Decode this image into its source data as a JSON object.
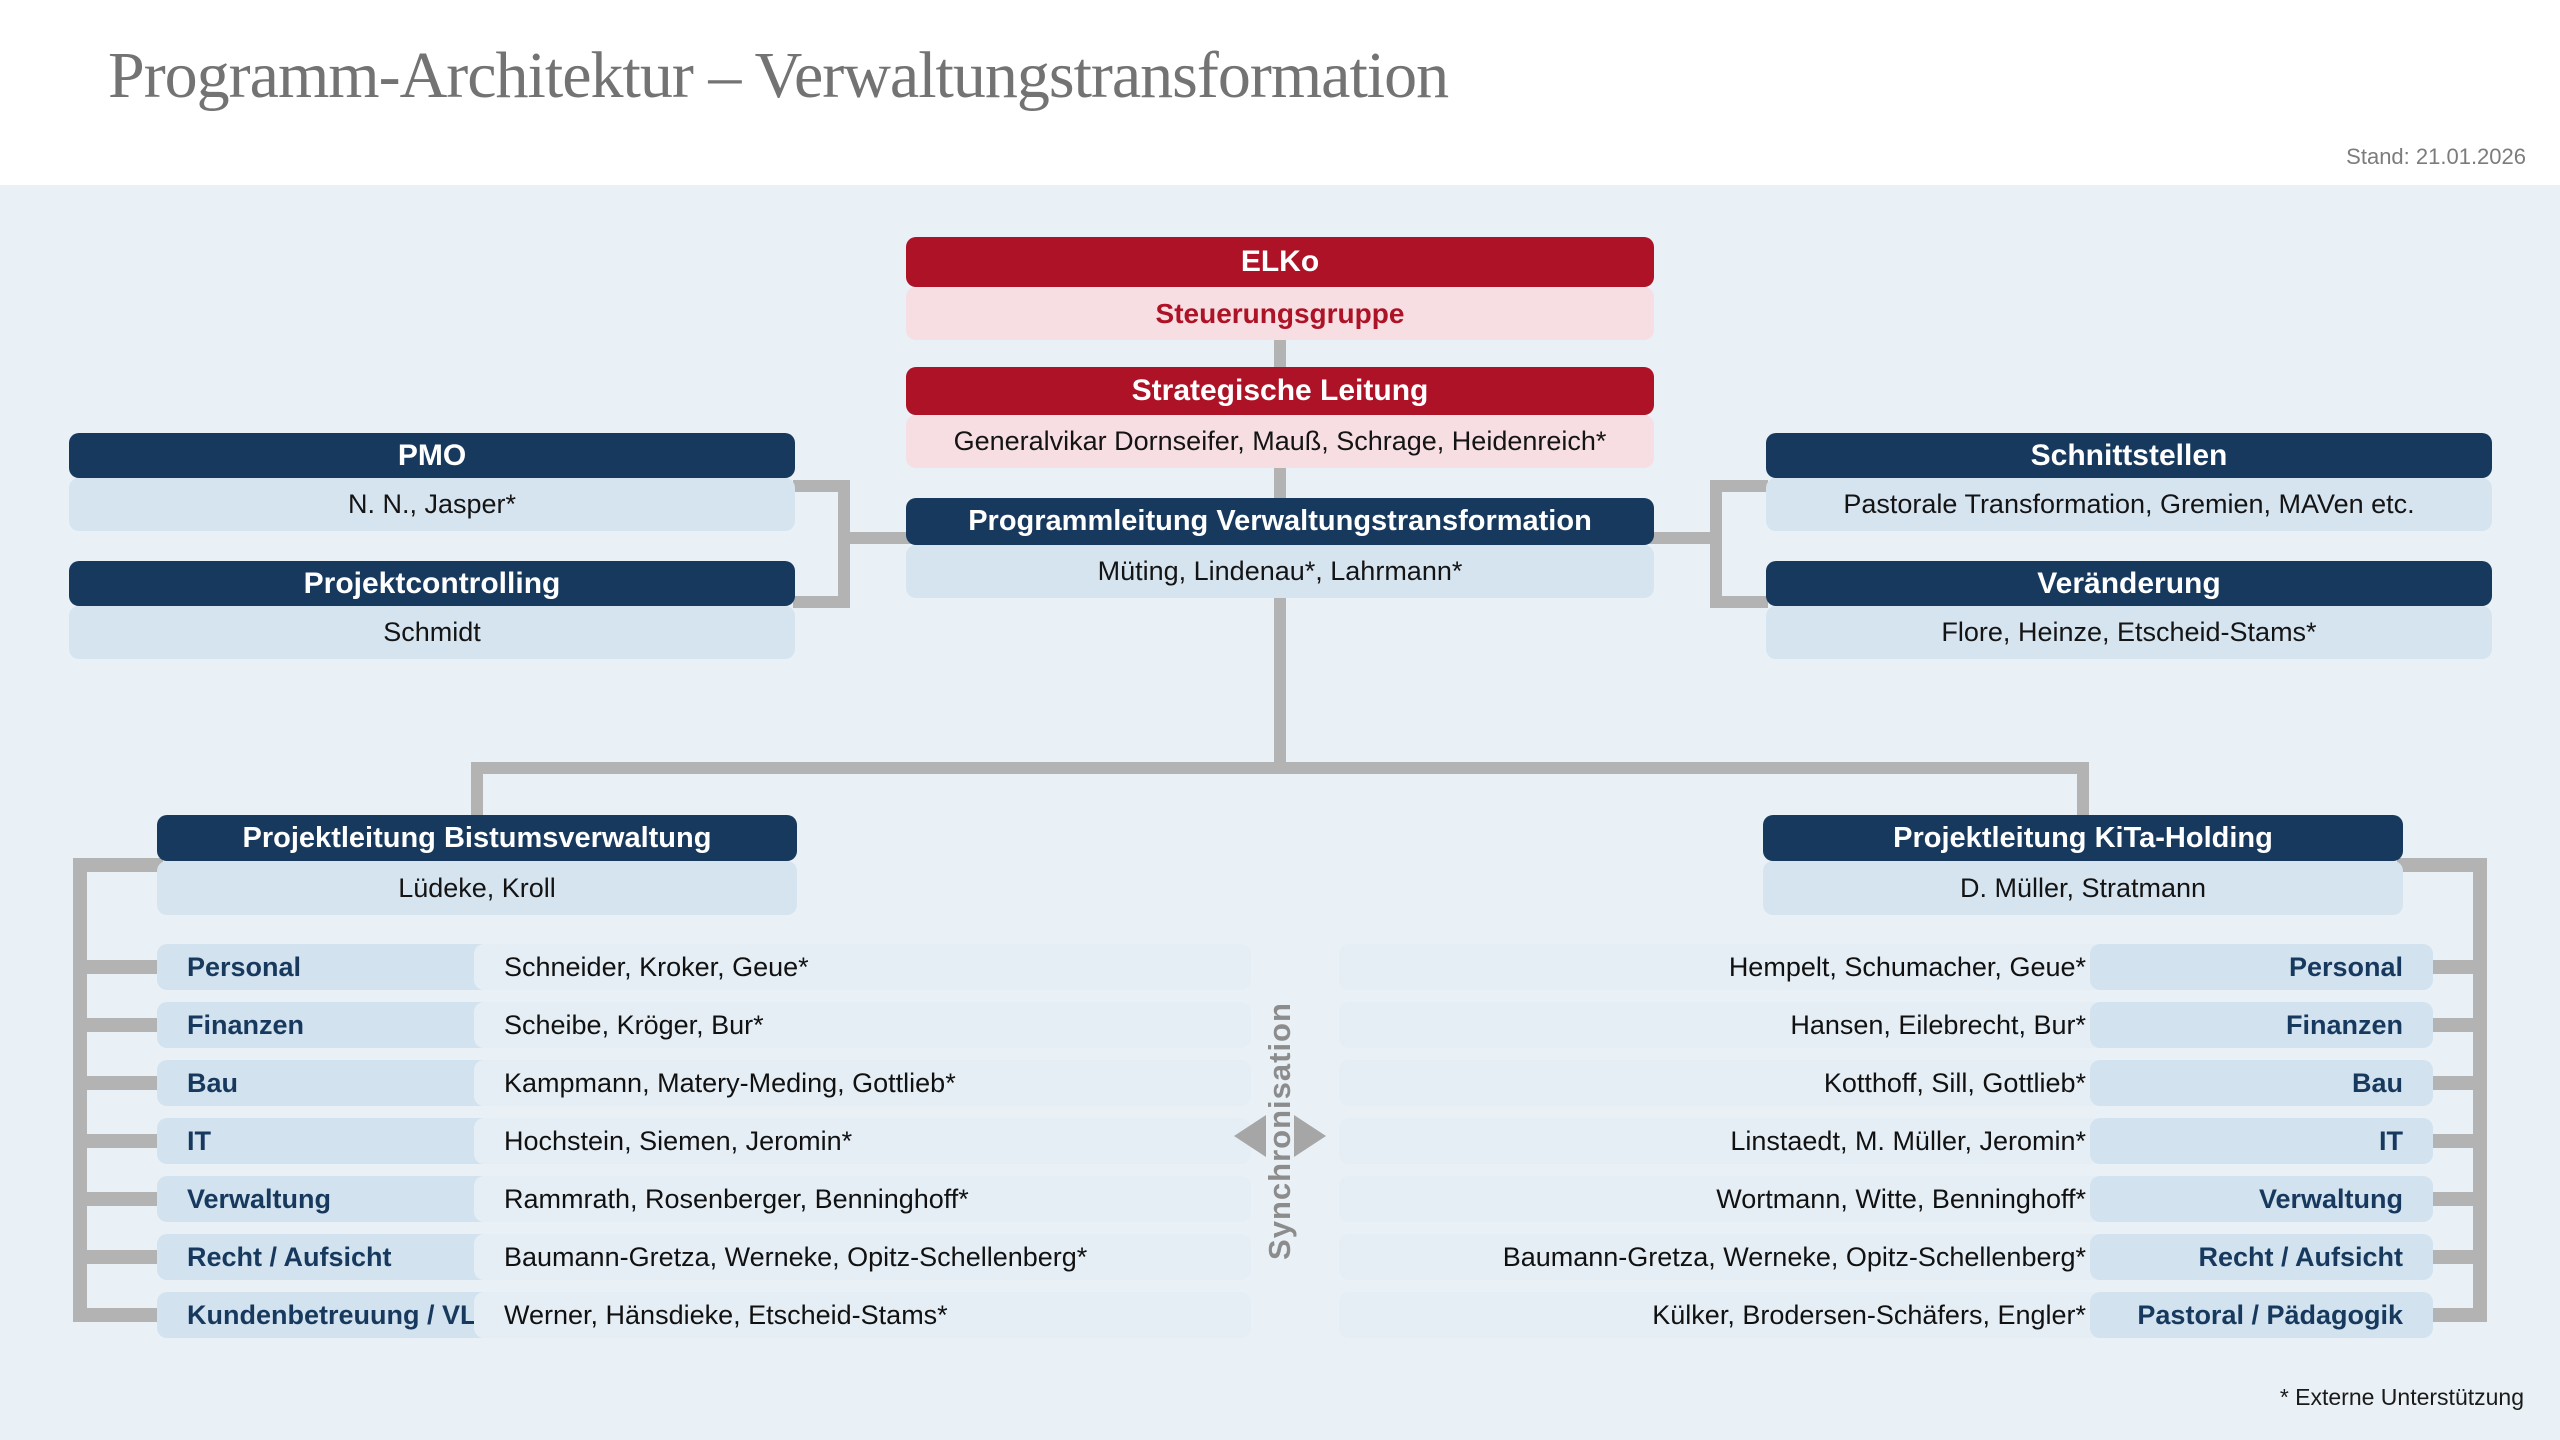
{
  "header": {
    "title": "Programm-Architektur – Verwaltungstransformation",
    "stand": "Stand: 21.01.2026"
  },
  "center": {
    "elko": {
      "title": "ELKo",
      "subtitle": "Steuerungsgruppe"
    },
    "strategic": {
      "title": "Strategische Leitung",
      "members": "Generalvikar Dornseifer, Mauß, Schrage, Heidenreich*"
    },
    "program": {
      "title": "Programmleitung Verwaltungstransformation",
      "members": "Müting, Lindenau*, Lahrmann*"
    }
  },
  "left_support": {
    "pmo": {
      "title": "PMO",
      "members": "N. N., Jasper*"
    },
    "controlling": {
      "title": "Projektcontrolling",
      "members": "Schmidt"
    }
  },
  "right_support": {
    "interfaces": {
      "title": "Schnittstellen",
      "members": "Pastorale Transformation, Gremien, MAVen etc."
    },
    "change": {
      "title": "Veränderung",
      "members": "Flore, Heinze, Etscheid-Stams*"
    }
  },
  "left_project": {
    "title": "Projektleitung Bistumsverwaltung",
    "members": "Lüdeke, Kroll",
    "rows": [
      {
        "label": "Personal",
        "members": "Schneider, Kroker, Geue*"
      },
      {
        "label": "Finanzen",
        "members": "Scheibe, Kröger, Bur*"
      },
      {
        "label": "Bau",
        "members": "Kampmann, Matery-Meding, Gottlieb*"
      },
      {
        "label": "IT",
        "members": "Hochstein, Siemen, Jeromin*"
      },
      {
        "label": "Verwaltung",
        "members": "Rammrath, Rosenberger, Benninghoff*"
      },
      {
        "label": "Recht / Aufsicht",
        "members": "Baumann-Gretza, Werneke, Opitz-Schellenberg*"
      },
      {
        "label": "Kundenbetreuung / VL",
        "members": "Werner, Hänsdieke, Etscheid-Stams*"
      }
    ]
  },
  "right_project": {
    "title": "Projektleitung KiTa-Holding",
    "members": "D. Müller, Stratmann",
    "rows": [
      {
        "label": "Personal",
        "members": "Hempelt, Schumacher, Geue*"
      },
      {
        "label": "Finanzen",
        "members": "Hansen, Eilebrecht, Bur*"
      },
      {
        "label": "Bau",
        "members": "Kotthoff, Sill, Gottlieb*"
      },
      {
        "label": "IT",
        "members": "Linstaedt, M. Müller, Jeromin*"
      },
      {
        "label": "Verwaltung",
        "members": "Wortmann, Witte, Benninghoff*"
      },
      {
        "label": "Recht / Aufsicht",
        "members": "Baumann-Gretza, Werneke, Opitz-Schellenberg*"
      },
      {
        "label": "Pastoral / Pädagogik",
        "members": "Külker, Brodersen-Schäfers, Engler*"
      }
    ]
  },
  "sync_label": "Synchronisation",
  "footnote": "* Externe Unterstützung",
  "colors": {
    "accent_red": "#AE1226",
    "accent_red_light": "#F6DEE2",
    "navy": "#17395E",
    "light_blue": "#D6E4F0",
    "row_label_blue": "#D2E2EF",
    "row_names_blue": "#E5EEF5",
    "background": "#E9F1F6",
    "connector_gray": "#B3B3B3"
  }
}
